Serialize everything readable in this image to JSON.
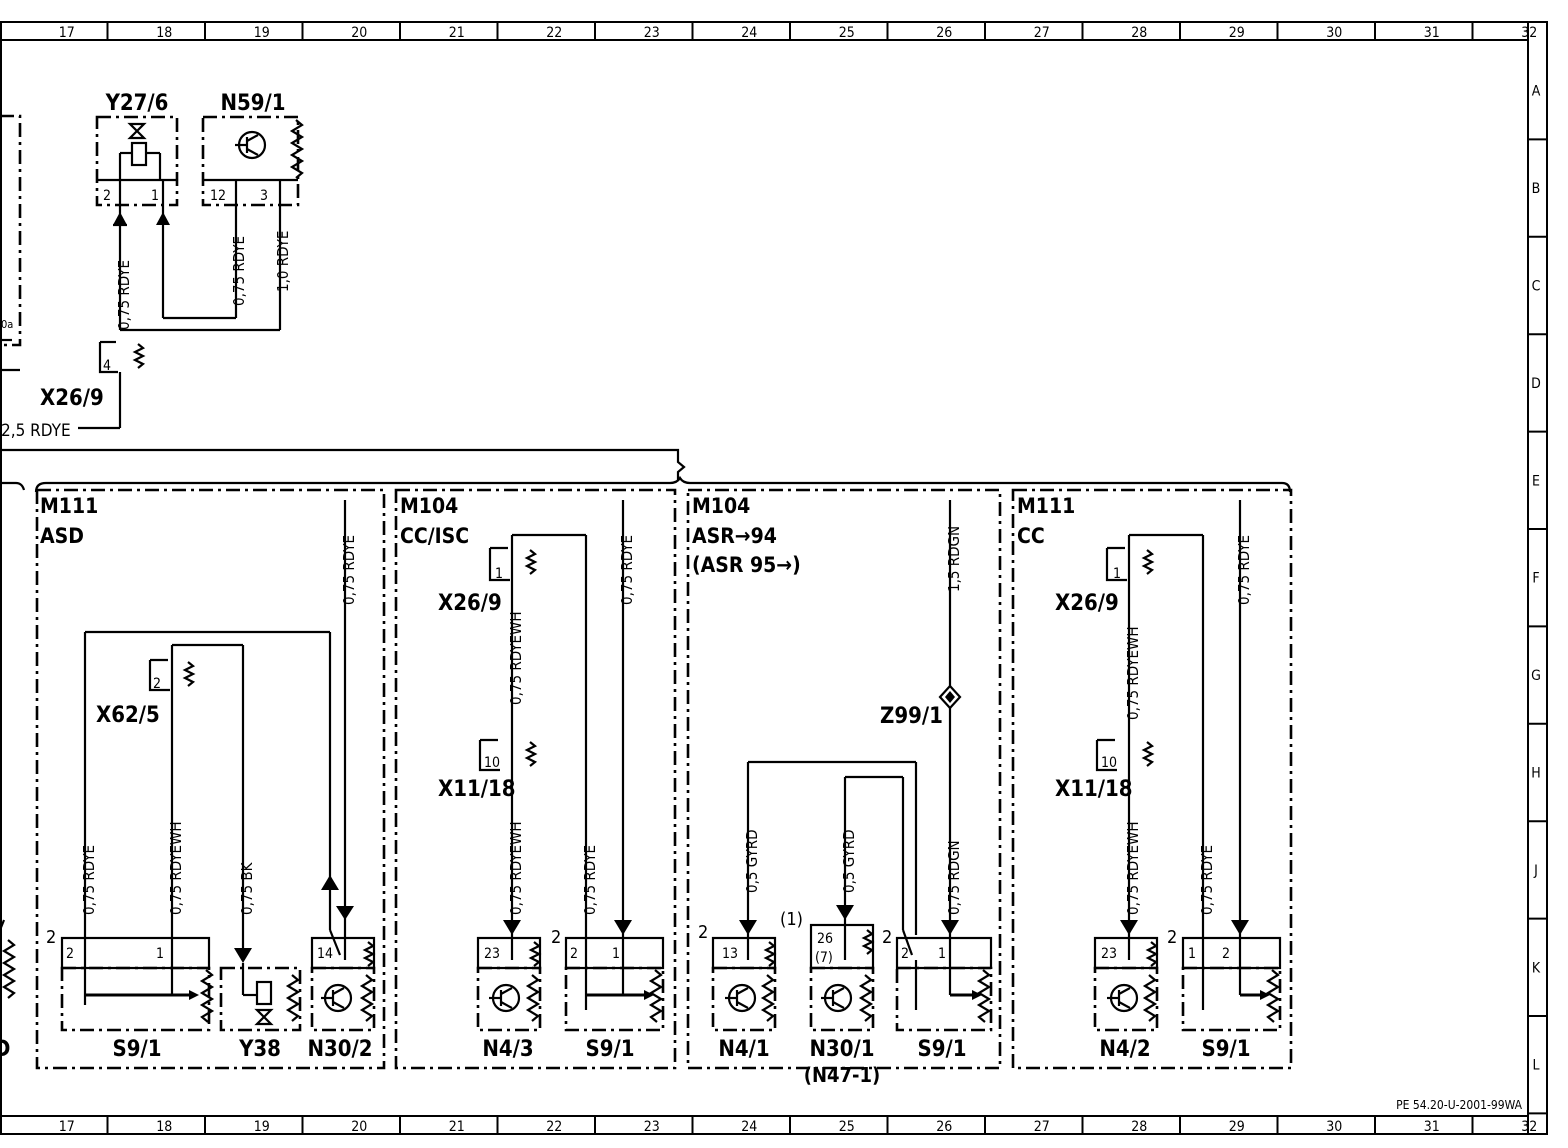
{
  "sheet": {
    "columns": [
      "17",
      "18",
      "19",
      "20",
      "21",
      "22",
      "23",
      "24",
      "25",
      "26",
      "27",
      "28",
      "29",
      "30",
      "31",
      "32"
    ],
    "rows": [
      "A",
      "B",
      "C",
      "D",
      "E",
      "F",
      "G",
      "H",
      "J",
      "K",
      "L"
    ],
    "doc_ref": "PE 54.20-U-2001-99WA"
  },
  "top_components": {
    "y27_6": "Y27/6",
    "n59_1": "N59/1",
    "x26_9": "X26/9",
    "y27_pin2": "2",
    "y27_pin1": "1",
    "n59_pin12": "12",
    "n59_pin3": "3",
    "x26_pin4": "4",
    "wire_y27_p2": "0,75 RDYE",
    "wire_n59_p12": "0,75 RDYE",
    "wire_n59_p3": "1,0 RDYE",
    "wire_feed": "2,5 RDYE",
    "cut_label": "0a"
  },
  "groups": [
    {
      "id": "m111-asd",
      "title": "M111",
      "subtitle": "ASD",
      "subtitle2": "",
      "connector": "X62/5",
      "connector_pin": "2",
      "wires": [
        "0,75 RDYE",
        "0,75 RDYEWH",
        "0,75 BK",
        "0,75 RDYE"
      ],
      "components": [
        "S9/1",
        "Y38",
        "N30/2"
      ],
      "pins": {
        "s9_left": "2",
        "s9_p2": "2",
        "s9_p1": "1",
        "n30_p14": "14"
      }
    },
    {
      "id": "m104-cc-isc",
      "title": "M104",
      "subtitle": "CC/ISC",
      "subtitle2": "",
      "connectors": [
        "X26/9",
        "X11/18"
      ],
      "connector_pins": [
        "1",
        "10"
      ],
      "wires": [
        "0,75 RDYEWH",
        "0,75 RDYEWH",
        "0,75 RDYE",
        "0,75 RDYE"
      ],
      "components": [
        "N4/3",
        "S9/1"
      ],
      "pins": {
        "n4_p23": "23",
        "s9_left": "2",
        "s9_p2": "2",
        "s9_p1": "1"
      }
    },
    {
      "id": "m104-asr",
      "title": "M104",
      "subtitle": "ASR→94",
      "subtitle2": "(ASR 95→)",
      "splice": "Z99/1",
      "wires": [
        "0,5 GYRD",
        "0,5 GYRD",
        "0,75 RDGN",
        "1,5 RDGN"
      ],
      "components": [
        "N4/1",
        "N30/1",
        "S9/1"
      ],
      "components_sub": "(N47-1)",
      "pins": {
        "n4_left": "2",
        "n4_p13": "13",
        "n30_note": "(1)",
        "n30_p26": "26",
        "n30_p7": "(7)",
        "s9_left": "2",
        "s9_p2": "2",
        "s9_p1": "1"
      }
    },
    {
      "id": "m111-cc",
      "title": "M111",
      "subtitle": "CC",
      "subtitle2": "",
      "connectors": [
        "X26/9",
        "X11/18"
      ],
      "connector_pins": [
        "1",
        "10"
      ],
      "wires": [
        "0,75 RDYEWH",
        "0,75 RDYEWH",
        "0,75 RDYE",
        "0,75 RDYE"
      ],
      "components": [
        "N4/2",
        "S9/1"
      ],
      "pins": {
        "n4_p23": "23",
        "s9_left": "2",
        "s9_p1": "1",
        "s9_p2": "2"
      }
    }
  ],
  "left_edge": {
    "fragment": "D"
  }
}
